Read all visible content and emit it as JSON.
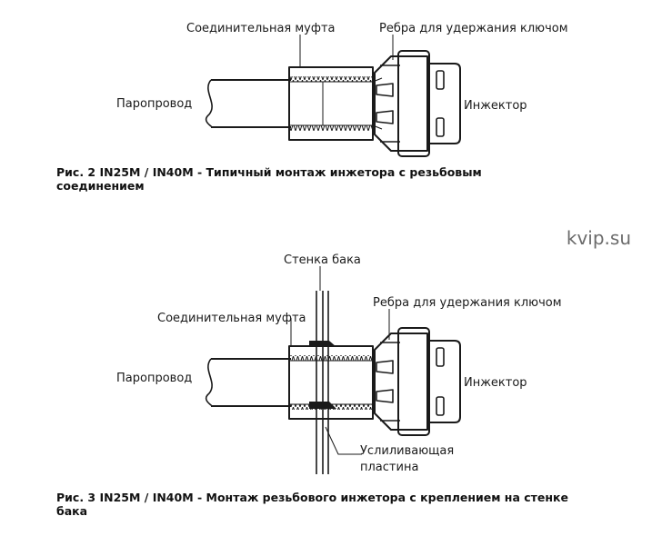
{
  "fig2": {
    "label_coupling": "Соединительная муфта",
    "label_ribs": "Ребра для удержания ключом",
    "label_pipe": "Паропровод",
    "label_injector": "Инжектор",
    "caption_line1": "Рис. 2  IN25M / IN40M - Типичный монтаж инжетора с резьбовым",
    "caption_line2": "соединением"
  },
  "fig3": {
    "label_wall": "Стенка бака",
    "label_coupling": "Соединительная муфта",
    "label_ribs": "Ребра для удержания ключом",
    "label_pipe": "Паропровод",
    "label_injector": "Инжектор",
    "label_plate_line1": "Услиливающая",
    "label_plate_line2": "пластина",
    "caption_line1": "Рис. 3  IN25M / IN40M - Монтаж резьбового инжетора с креплением на стенке",
    "caption_line2": "бака"
  },
  "watermark": "kvip.su"
}
